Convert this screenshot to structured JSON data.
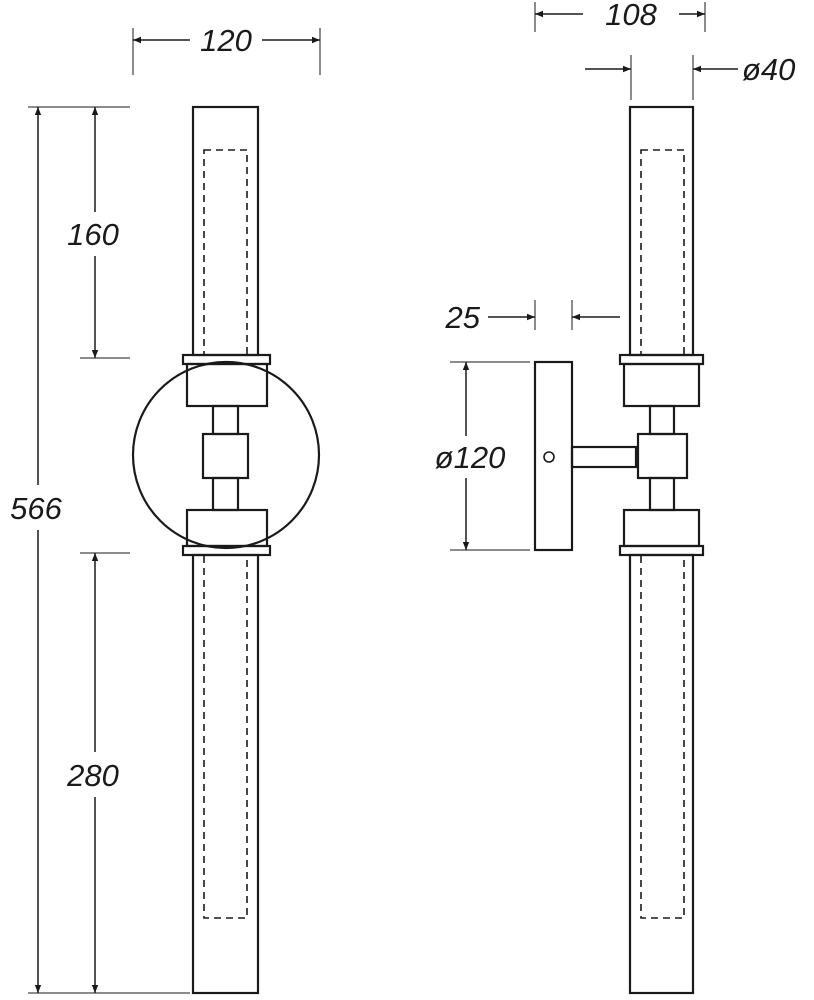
{
  "dimensions": {
    "overall_height": "566",
    "upper_tube_length": "160",
    "lower_tube_length": "280",
    "front_width": "120",
    "side_projection": "108",
    "tube_diameter": "ø40",
    "plate_offset": "25",
    "wall_plate_diameter": "ø120"
  },
  "views": [
    "front-view",
    "side-view"
  ]
}
